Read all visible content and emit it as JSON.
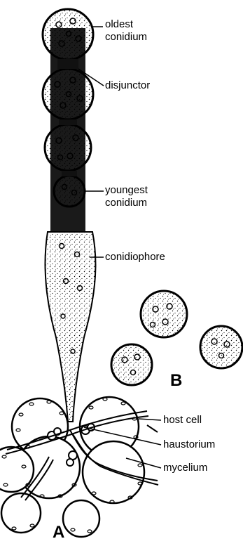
{
  "labels": {
    "oldest": [
      "oldest",
      "conidium"
    ],
    "disjunctor": "disjunctor",
    "youngest": [
      "youngest",
      "conidium"
    ],
    "conidiophore": "conidiophore",
    "host_cell": "host cell",
    "haustorium": "haustorium",
    "mycelium": "mycelium",
    "panel_a": "A",
    "panel_b": "B"
  }
}
